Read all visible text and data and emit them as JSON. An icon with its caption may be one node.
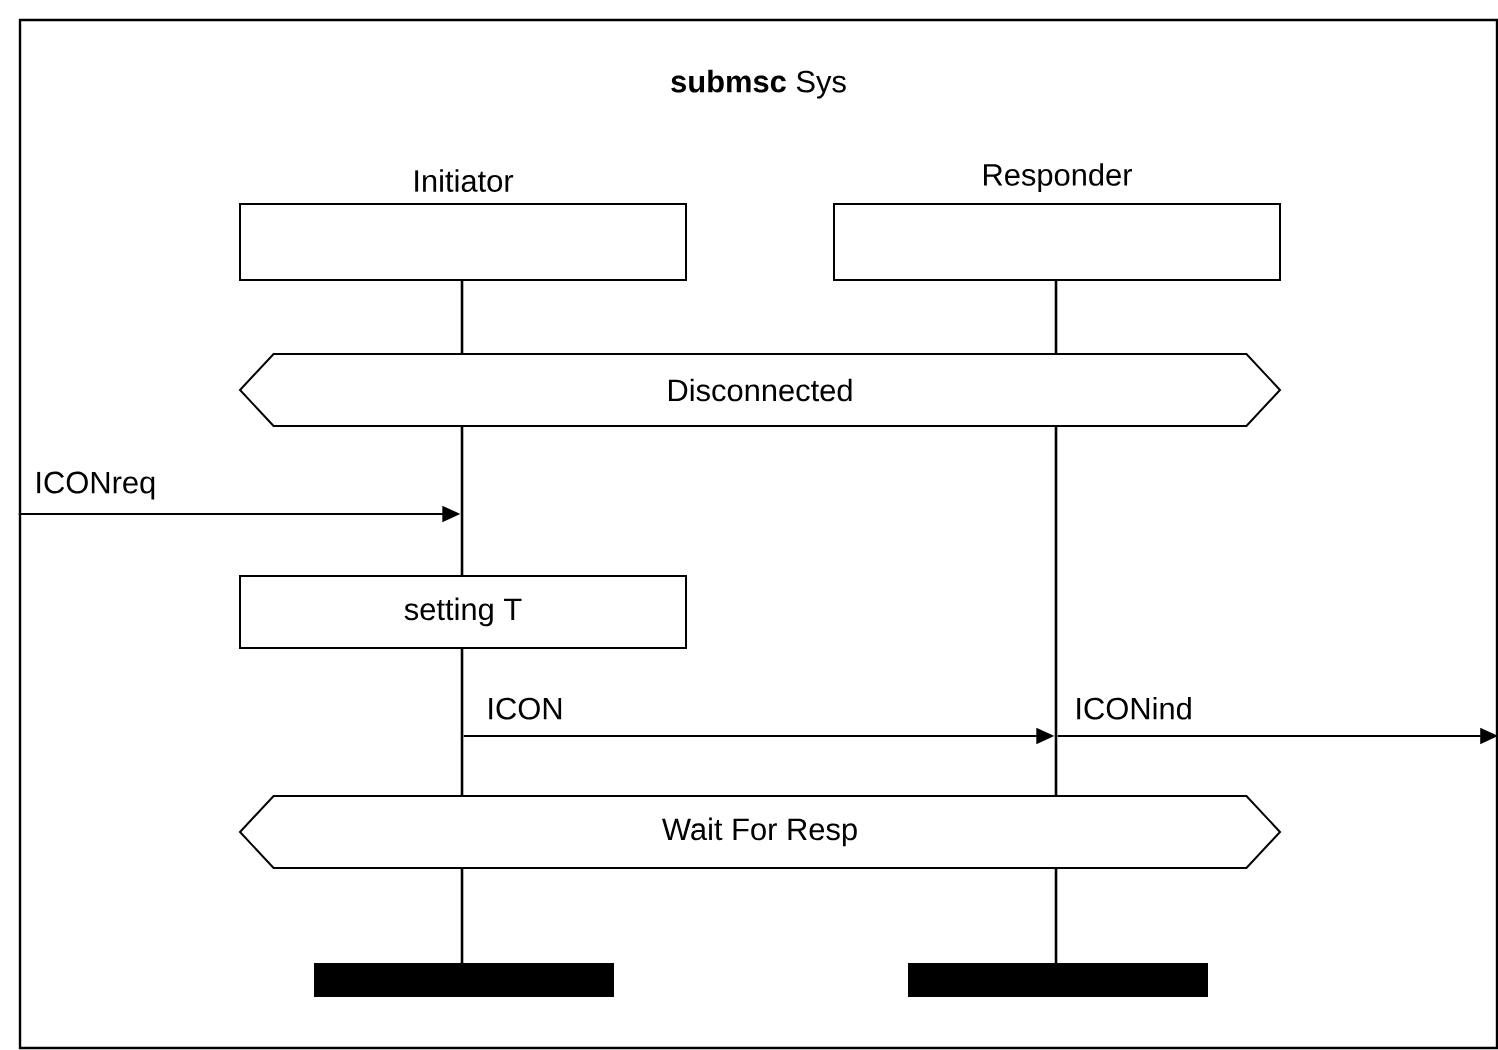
{
  "diagram": {
    "nodes": [
      {
        "text": [
          "**submsc** Sys"
        ]
      },
      {
        "text": [
          "Initiator"
        ],
        "in": 0
      },
      {
        "text": [
          "Responder"
        ],
        "in": 0
      },
      {
        "text": [],
        "shape": "line",
        "in": 0
      },
      {
        "text": [],
        "shape": "line",
        "in": 0
      },
      {
        "text": [
          "Disconnected"
        ],
        "in": 0
      },
      {
        "text": [],
        "shape": "line",
        "in": 0
      },
      {
        "text": [],
        "shape": "line",
        "in": 0
      },
      {
        "text": [
          "setting T"
        ],
        "in": 0
      },
      {
        "text": [],
        "shape": "line",
        "in": 0
      },
      {
        "text": [
          "Wait For Resp"
        ],
        "in": 0
      },
      {
        "text": [],
        "shape": "line",
        "in": 0
      },
      {
        "text": [],
        "shape": "line",
        "in": 0
      },
      {
        "text": [],
        "shape": "bar",
        "in": 0
      },
      {
        "text": [],
        "shape": "bar",
        "in": 0
      }
    ],
    "edges": [
      {
        "from": 0,
        "to": 6,
        "arrow": "to",
        "label": "ICONreq"
      },
      {
        "from": 9,
        "to": 7,
        "arrow": "to",
        "label": "ICON"
      },
      {
        "from": 7,
        "to": 0,
        "arrow": "to",
        "label": "ICONind"
      }
    ]
  }
}
